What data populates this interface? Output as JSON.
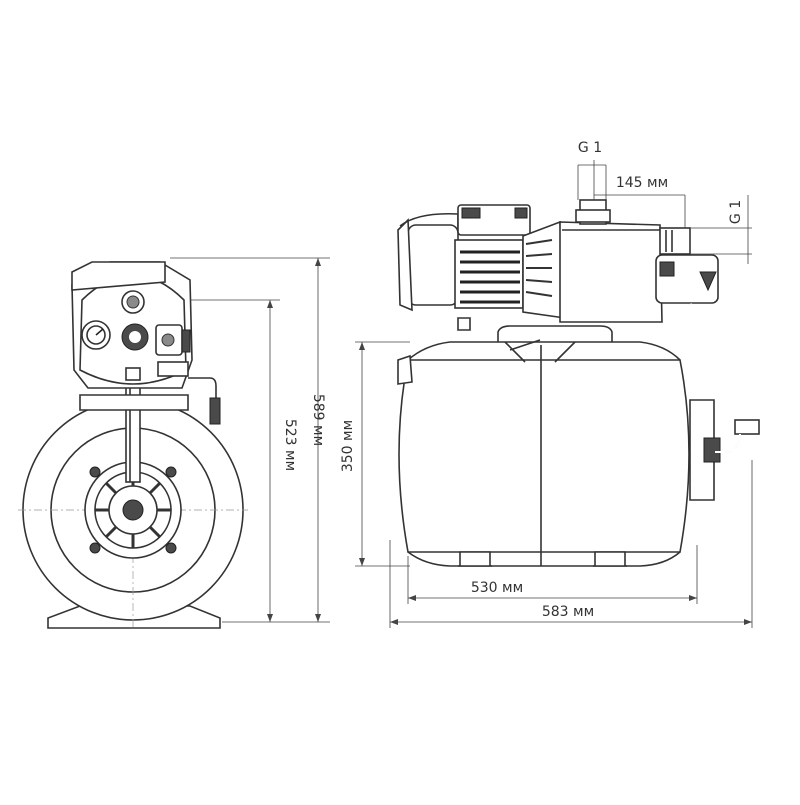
{
  "dimensions": {
    "total_height": "589 мм",
    "tank_mount_height": "523 мм",
    "tank_diameter": "350 мм",
    "base_length": "530 мм",
    "total_length": "583 мм",
    "outlet_offset": "145 мм",
    "inlet_thread": "G 1",
    "outlet_thread": "G 1"
  }
}
